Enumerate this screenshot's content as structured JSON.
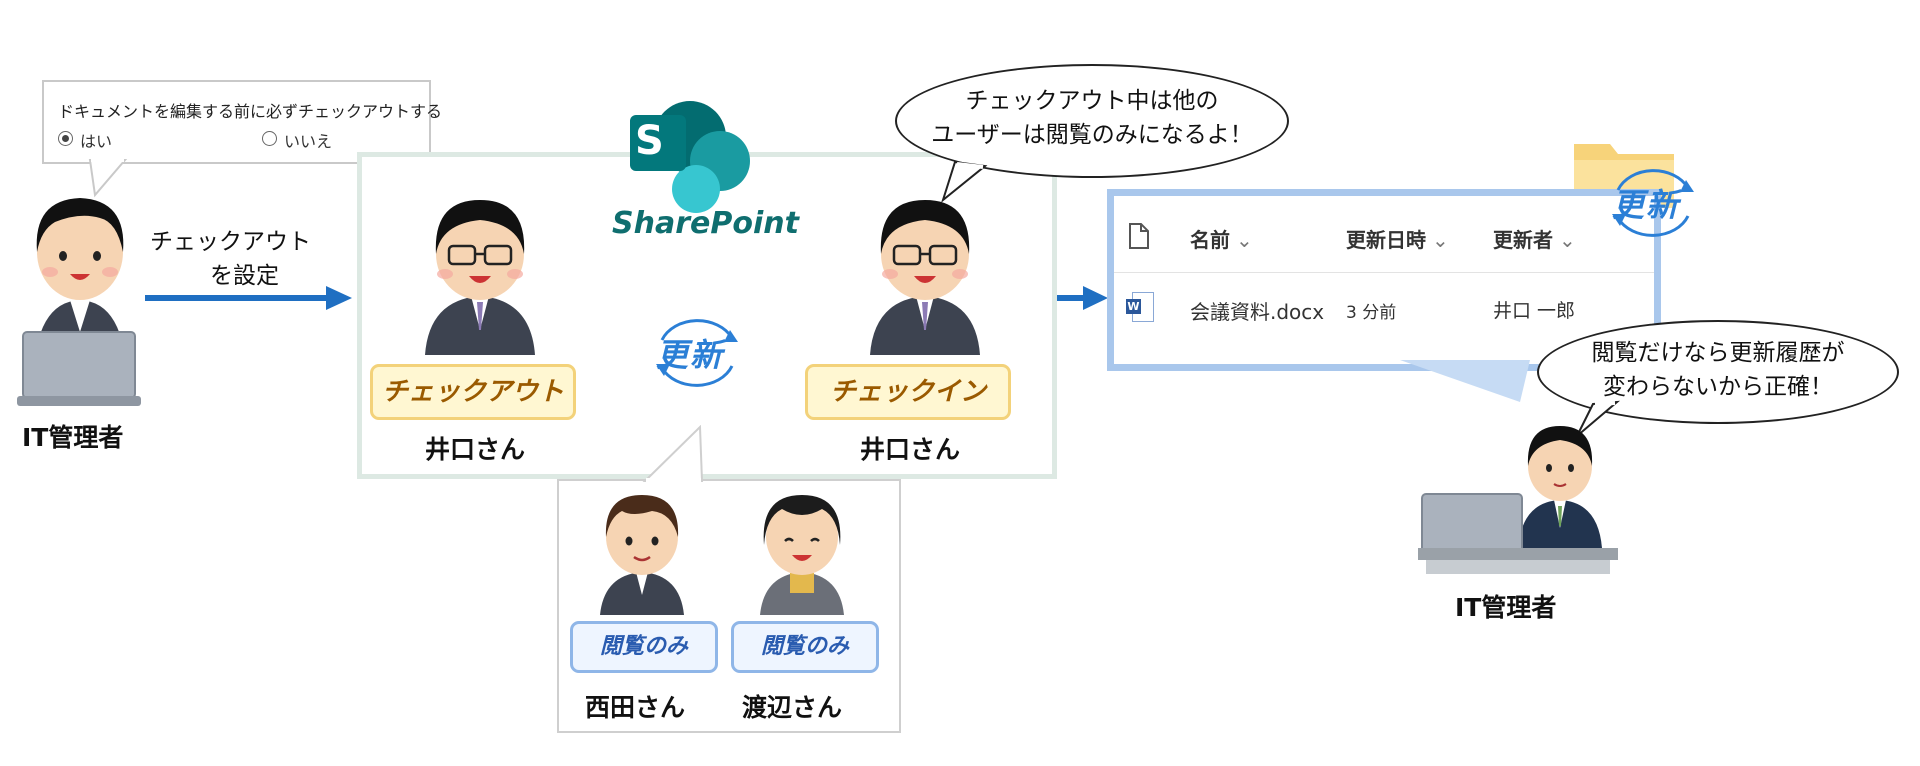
{
  "setting_popup": {
    "title": "ドキュメントを編集する前に必ずチェックアウトする",
    "option_yes": "はい",
    "option_no": "いいえ"
  },
  "admin_left": {
    "label": "IT管理者"
  },
  "arrow1_label": {
    "line1": "チェックアウト",
    "line2": "を設定"
  },
  "sharepoint": {
    "logo_letter": "S",
    "logo_text": "SharePoint"
  },
  "checkout_person": {
    "badge": "チェックアウト",
    "name": "井口さん"
  },
  "checkin_person": {
    "badge": "チェックイン",
    "name": "井口さん"
  },
  "update_mark": "更新",
  "bubble_top": {
    "line1": "チェックアウト中は他の",
    "line2": "ユーザーは閲覧のみになるよ！"
  },
  "readers": [
    {
      "badge": "閲覧のみ",
      "name": "西田さん"
    },
    {
      "badge": "閲覧のみ",
      "name": "渡辺さん"
    }
  ],
  "file_panel": {
    "col_name": "名前",
    "col_modified": "更新日時",
    "col_modified_by": "更新者",
    "file_icon_letter": "W",
    "row": {
      "name": "会議資料.docx",
      "modified": "3 分前",
      "modified_by": "井口 一郎"
    }
  },
  "bubble_right": {
    "line1": "閲覧だけなら更新履歴が",
    "line2": "変わらないから正確！"
  },
  "admin_right": {
    "label": "IT管理者"
  },
  "colors": {
    "arrow": "#1f6fc2",
    "frame": "#dde9e3",
    "panel_border": "#a9c7ec",
    "badge_yellow": "#fff7d2",
    "badge_blue": "#eef5ff"
  }
}
